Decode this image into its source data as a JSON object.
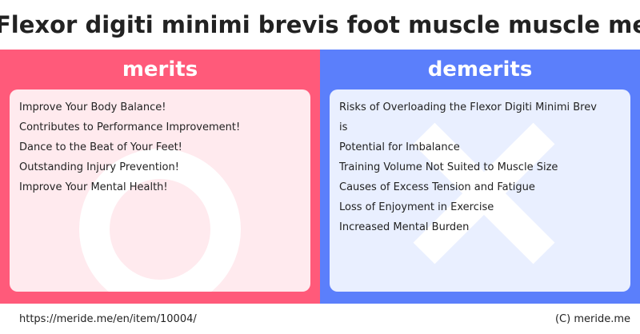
{
  "page": {
    "title": "Flexor digiti minimi brevis foot muscle muscle merideme"
  },
  "merits": {
    "heading": "merits",
    "color": "#ff5a7a",
    "icon": "circle-icon",
    "items": [
      "Improve Your Body Balance!",
      "Contributes to Performance Improvement!",
      "Dance to the Beat of Your Feet!",
      "Outstanding Injury Prevention!",
      "Improve Your Mental Health!"
    ]
  },
  "demerits": {
    "heading": "demerits",
    "color": "#5b7ffb",
    "icon": "cross-icon",
    "items": [
      "Risks of Overloading the Flexor Digiti Minimi Brev",
      "is",
      "Potential for Imbalance",
      "Training Volume Not Suited to Muscle Size",
      "Causes of Excess Tension and Fatigue",
      "Loss of Enjoyment in Exercise",
      "Increased Mental Burden"
    ]
  },
  "footer": {
    "url": "https://meride.me/en/item/10004/",
    "copyright": "(C) meride.me"
  }
}
